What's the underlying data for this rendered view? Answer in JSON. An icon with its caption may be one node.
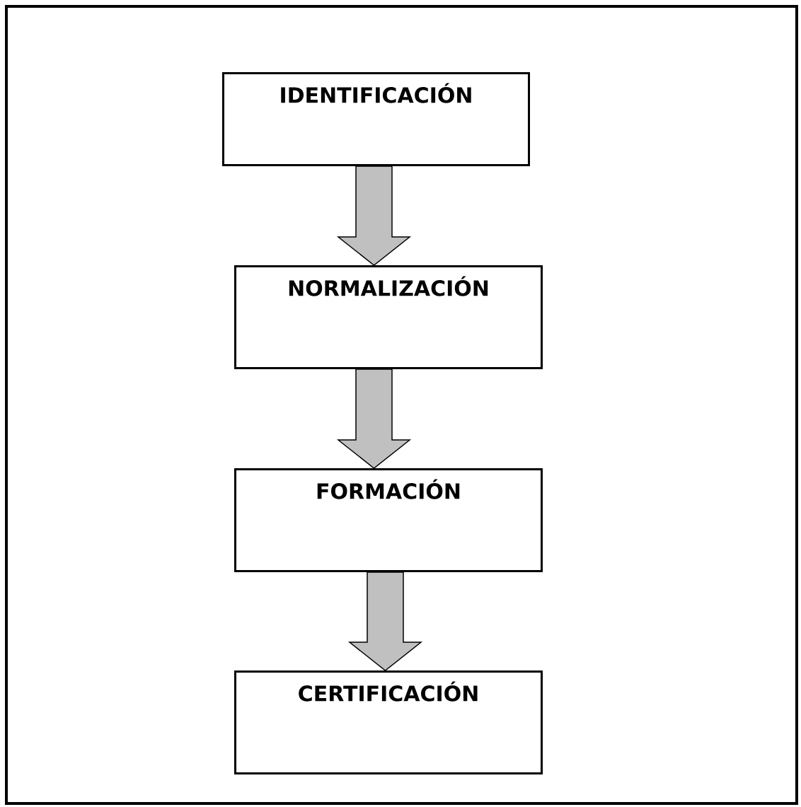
{
  "diagram": {
    "nodes": [
      {
        "text": [
          "IDENTIFICACIÓN"
        ]
      },
      {
        "text": [
          "NORMALIZACIÓN"
        ]
      },
      {
        "text": [
          "FORMACIÓN"
        ]
      },
      {
        "text": [
          "CERTIFICACIÓN"
        ]
      }
    ],
    "edges": [
      {
        "from": 0,
        "to": 1,
        "arrow": "to"
      },
      {
        "from": 1,
        "to": 2,
        "arrow": "to"
      },
      {
        "from": 2,
        "to": 3,
        "arrow": "to"
      }
    ]
  }
}
